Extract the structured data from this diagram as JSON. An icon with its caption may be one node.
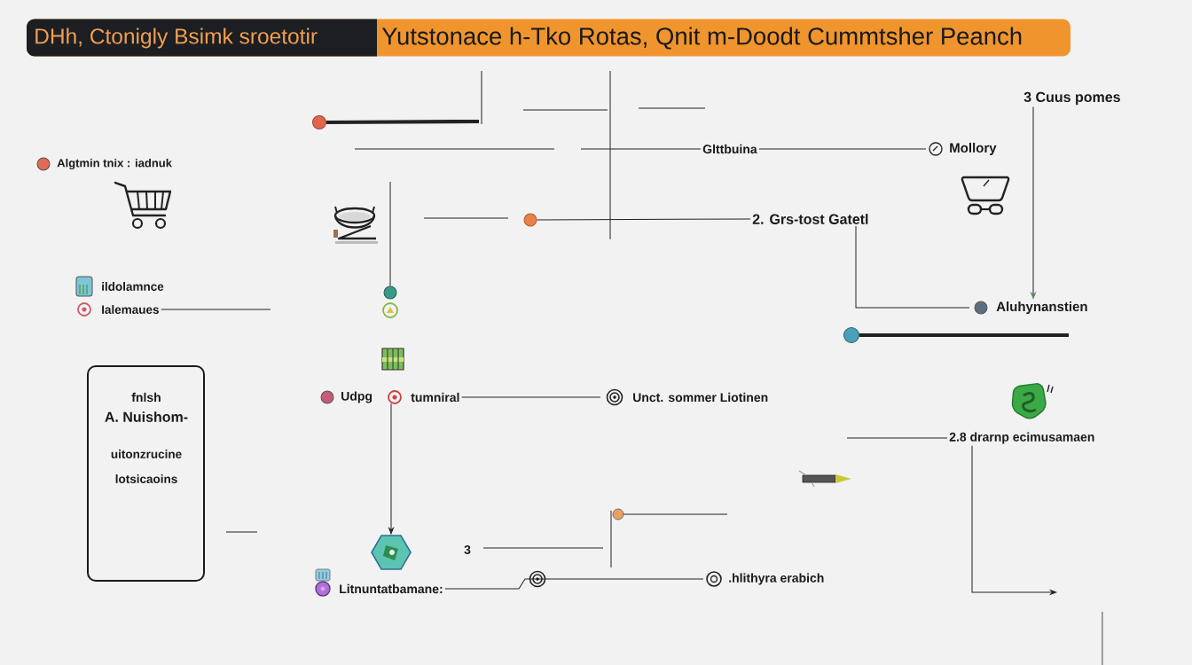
{
  "diagram": {
    "nodes": [
      {
        "text": [
          "DHh, Ctonigly Bsimk sroetotir",
          "Yutstonace h-Tko Rotas, Qnit m-Doodt Cummtsher Peanch"
        ]
      },
      {
        "text": [
          "Algtmin tnix : iadnuk"
        ]
      },
      {
        "text": [
          "ildolamnce"
        ]
      },
      {
        "text": [
          "Ialemaues"
        ]
      },
      {
        "text": [
          "fnlsh",
          "A. Nuishom-",
          "uitonzrucine lotsicaoins"
        ]
      },
      {
        "text": [],
        "shape": "circle"
      },
      {
        "text": [
          "Glttbuina"
        ]
      },
      {
        "text": [
          "Mollory"
        ]
      },
      {
        "text": [
          "3 Cuus pomes"
        ]
      },
      {
        "text": [
          "2. Grs-tost Gatetl"
        ]
      },
      {
        "text": [],
        "shape": "circle"
      },
      {
        "text": [],
        "shape": "circle"
      },
      {
        "text": [
          "Aluhynanstien"
        ]
      },
      {
        "text": [],
        "shape": "circle"
      },
      {
        "text": [
          "Udpg"
        ]
      },
      {
        "text": [
          "tumniral"
        ]
      },
      {
        "text": [
          "Unct. sommer Liotinen"
        ]
      },
      {
        "text": [],
        "shape": "hexagon"
      },
      {
        "text": [
          "Litnuntatbamane:"
        ]
      },
      {
        "text": [
          ".hlithyra erabich"
        ]
      },
      {
        "text": [
          "2.8 drarnp ecimusamaen"
        ]
      }
    ],
    "edges": [
      {
        "from": 5,
        "to": null,
        "arrow": "none",
        "style": "thick"
      },
      {
        "from": null,
        "to": 6,
        "arrow": "none"
      },
      {
        "from": 6,
        "to": 7,
        "arrow": "none"
      },
      {
        "from": 8,
        "to": 12,
        "arrow": "to"
      },
      {
        "from": 9,
        "to": 12,
        "arrow": "none"
      },
      {
        "from": 10,
        "to": 9,
        "arrow": "none"
      },
      {
        "from": null,
        "to": 11,
        "arrow": "none"
      },
      {
        "from": 13,
        "to": null,
        "arrow": "none",
        "style": "thick"
      },
      {
        "from": 15,
        "to": 16,
        "arrow": "none"
      },
      {
        "from": 15,
        "to": 17,
        "arrow": "to"
      },
      {
        "from": 18,
        "to": 19,
        "arrow": "none"
      },
      {
        "from": null,
        "to": 20,
        "arrow": "none"
      },
      {
        "from": 20,
        "to": null,
        "arrow": "to"
      },
      {
        "from": 3,
        "to": null,
        "arrow": "none"
      }
    ],
    "labels": [
      "3"
    ]
  }
}
